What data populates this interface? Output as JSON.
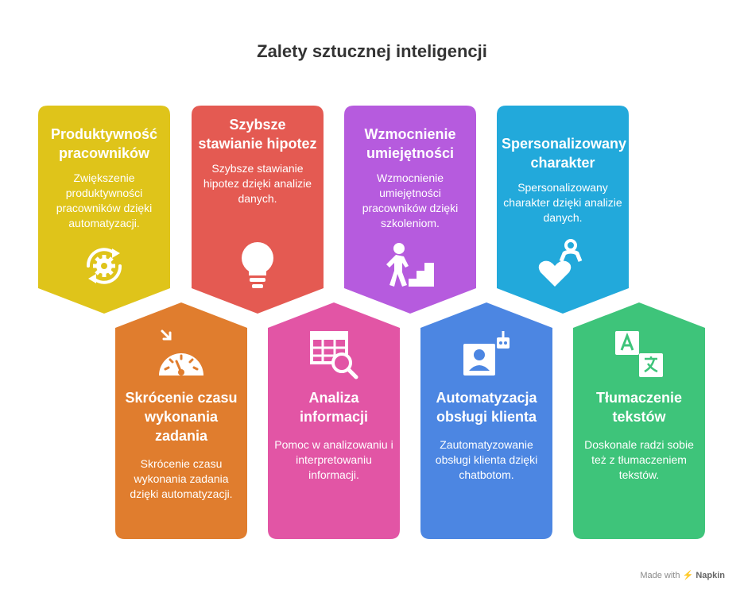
{
  "title": "Zalety sztucznej inteligencji",
  "cards": [
    {
      "title": "Produktywność pracowników",
      "desc": "Zwiększenie produktywności pracowników dzięki automatyzacji.",
      "color": "#DFC41A",
      "icon": "gear-refresh-icon"
    },
    {
      "title": "Szybsze stawianie hipotez",
      "desc": "Szybsze stawianie hipotez dzięki analizie danych.",
      "color": "#E45A52",
      "icon": "lightbulb-icon"
    },
    {
      "title": "Wzmocnienie umiejętności",
      "desc": "Wzmocnienie umiejętności pracowników dzięki szkoleniom.",
      "color": "#B65BDE",
      "icon": "person-climbing-stairs-icon"
    },
    {
      "title": "Spersonalizowany charakter",
      "desc": "Spersonalizowany charakter dzięki analizie danych.",
      "color": "#22A9DB",
      "icon": "heart-person-icon"
    },
    {
      "title": "Skrócenie czasu wykonania zadania",
      "desc": "Skrócenie czasu wykonania zadania dzięki automatyzacji.",
      "color": "#E07D2E",
      "icon": "speedometer-icon"
    },
    {
      "title": "Analiza informacji",
      "desc": "Pomoc w analizowaniu i interpretowaniu informacji.",
      "color": "#E255A5",
      "icon": "table-search-icon"
    },
    {
      "title": "Automatyzacja obsługi klienta",
      "desc": "Zautomatyzowanie obsługi klienta dzięki chatbotom.",
      "color": "#4C86E2",
      "icon": "user-robot-icon"
    },
    {
      "title": "Tłumaczenie tekstów",
      "desc": "Doskonale radzi sobie też z tłumaczeniem tekstów.",
      "color": "#3EC47A",
      "icon": "translate-icon"
    }
  ],
  "footer": {
    "made_with": "Made with",
    "brand": "Napkin"
  }
}
